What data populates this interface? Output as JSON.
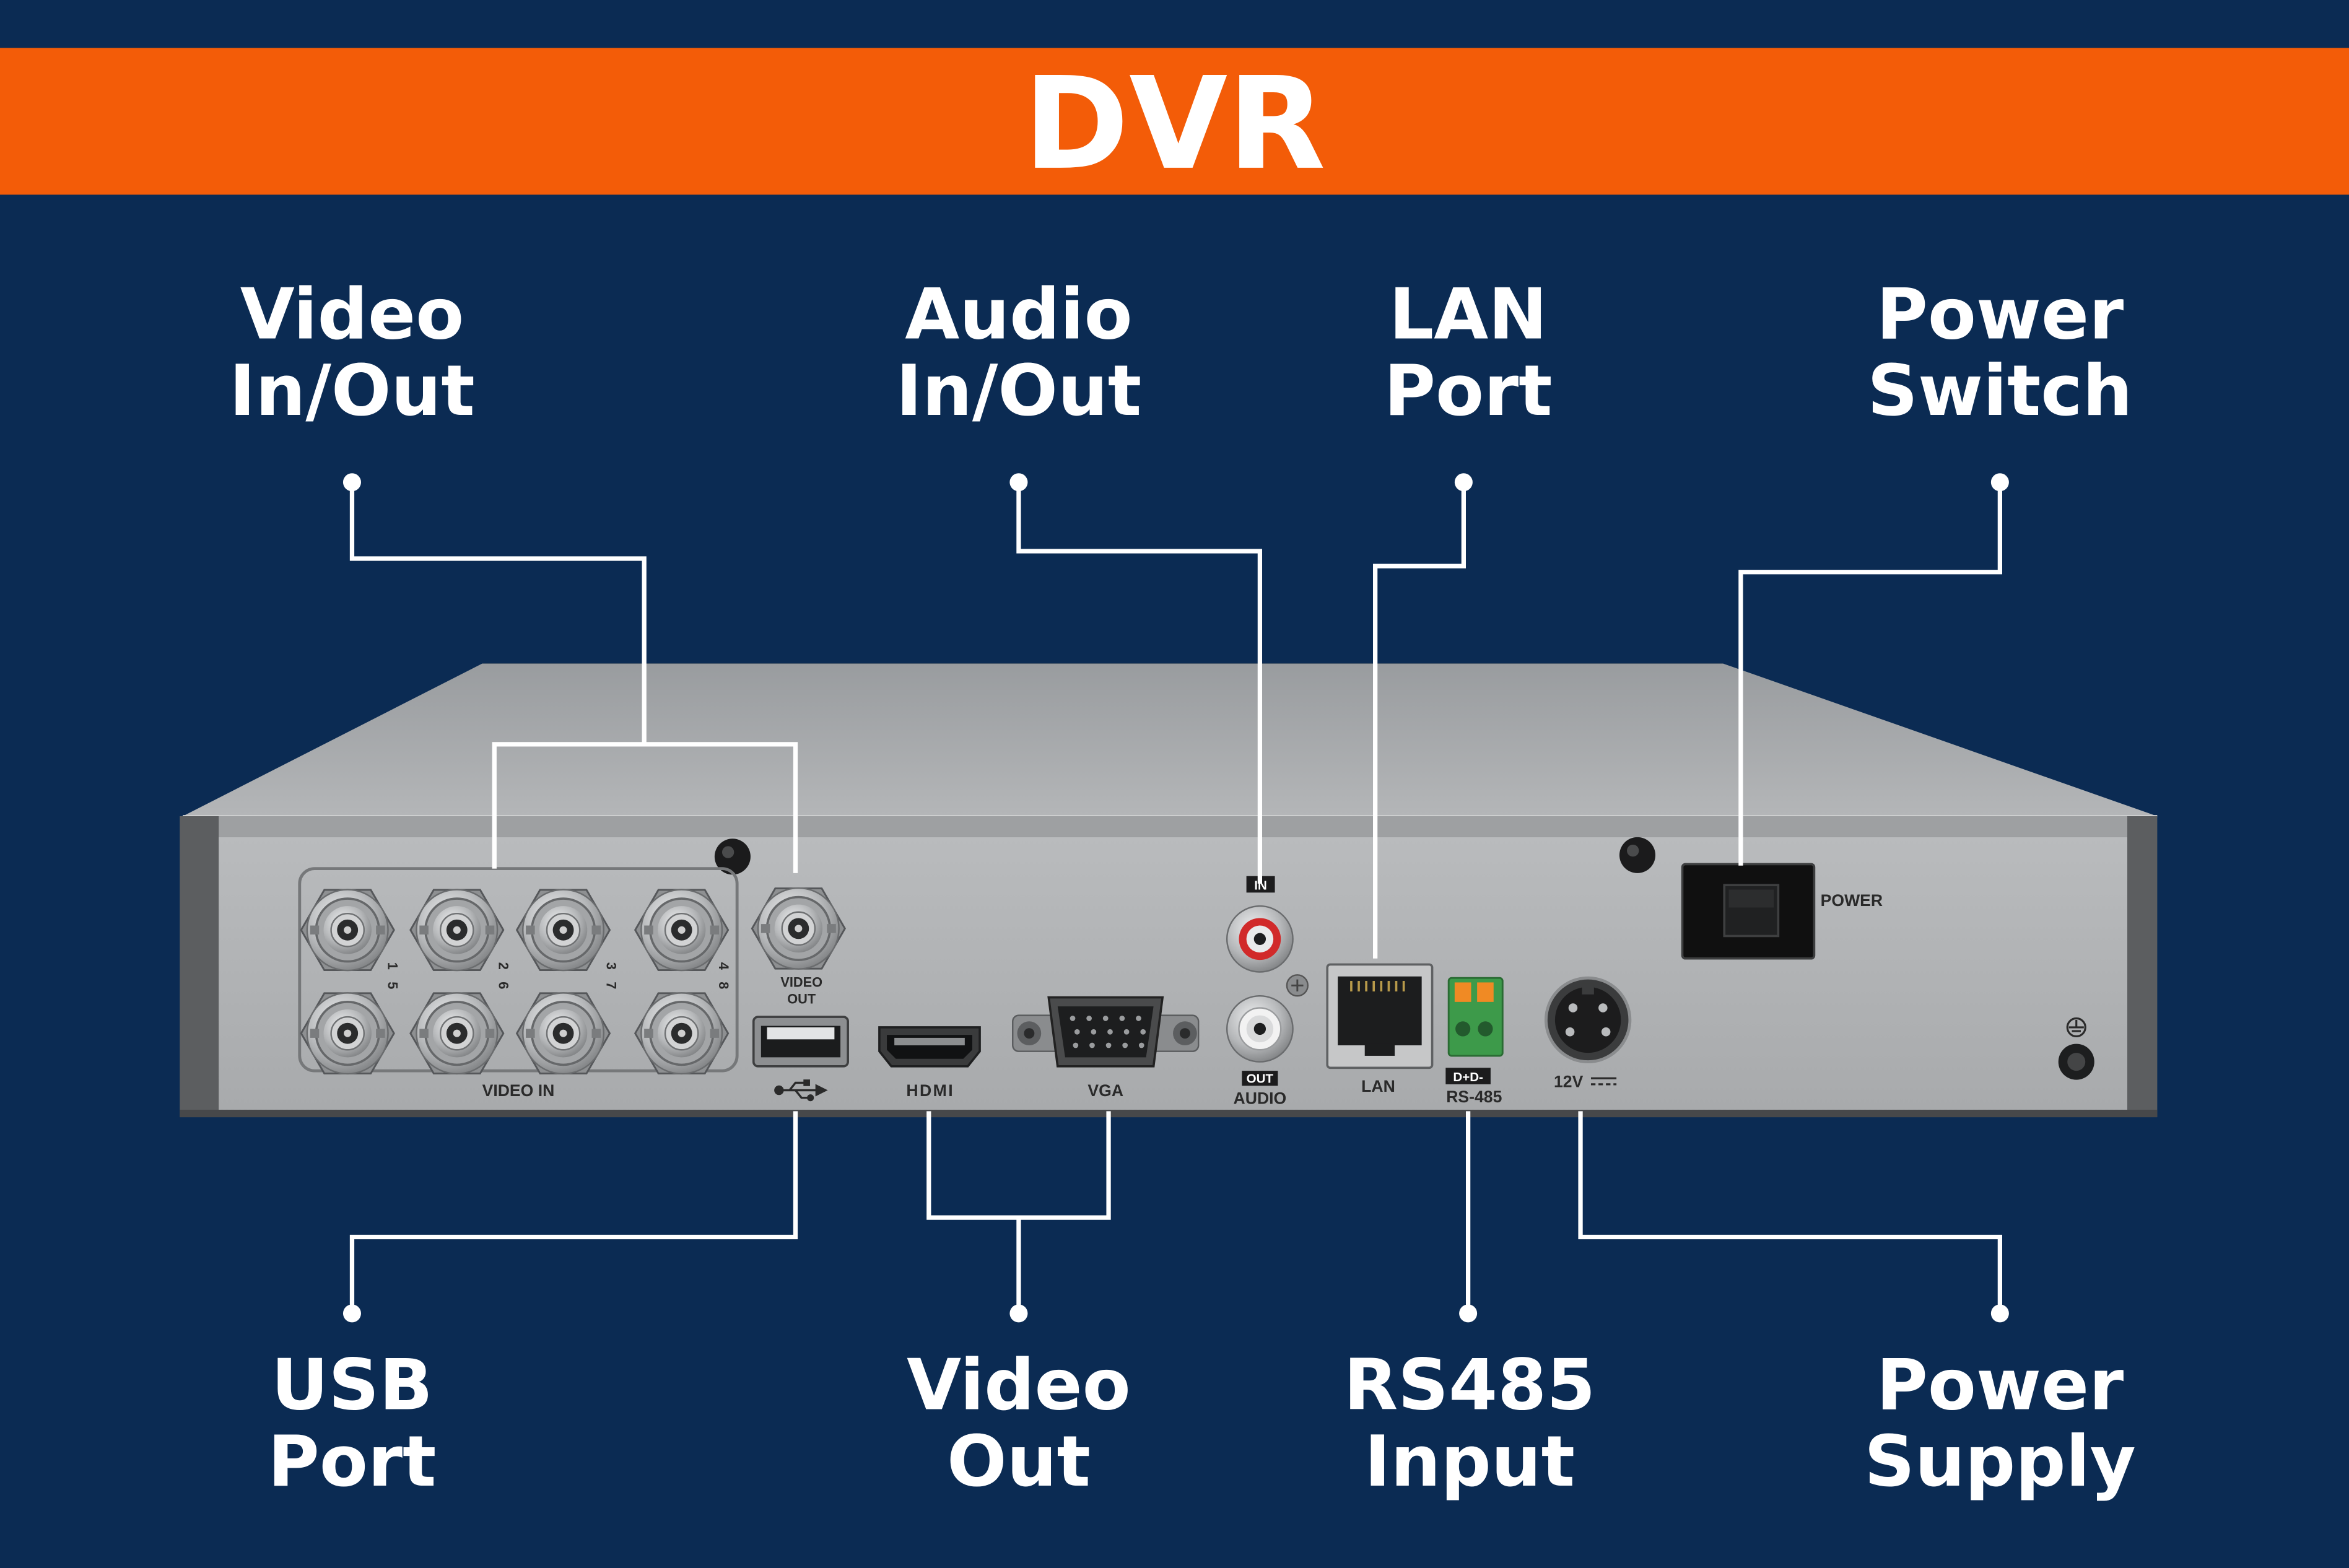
{
  "title": "DVR",
  "colors": {
    "background": "#0b2b53",
    "banner": "#f35c08",
    "title_text": "#ffffff",
    "callout_text": "#ffffff",
    "leader_lines": "#ffffff",
    "device_body": "#b1b3b5"
  },
  "callouts": {
    "top": [
      {
        "line1": "Video",
        "line2": "In/Out"
      },
      {
        "line1": "Audio",
        "line2": "In/Out"
      },
      {
        "line1": "LAN",
        "line2": "Port"
      },
      {
        "line1": "Power",
        "line2": "Switch"
      }
    ],
    "bottom": [
      {
        "line1": "USB",
        "line2": "Port"
      },
      {
        "line1": "Video",
        "line2": "Out"
      },
      {
        "line1": "RS485",
        "line2": "Input"
      },
      {
        "line1": "Power",
        "line2": "Supply"
      }
    ]
  },
  "panel_labels": {
    "video_in": "VIDEO IN",
    "channel_numbers": [
      "1",
      "5",
      "2",
      "6",
      "3",
      "7",
      "4",
      "8"
    ],
    "video_out_line1": "VIDEO",
    "video_out_line2": "OUT",
    "hdmi": "HDMI",
    "vga": "VGA",
    "audio_in": "IN",
    "audio_out": "OUT",
    "audio": "AUDIO",
    "lan": "LAN",
    "rs485_pins": "D+D-",
    "rs485": "RS-485",
    "dc_in": "12V",
    "power": "POWER"
  },
  "icons": {
    "usb": "usb-symbol-icon",
    "dc": "dc-symbol-icon",
    "ground": "ground-symbol-icon"
  }
}
